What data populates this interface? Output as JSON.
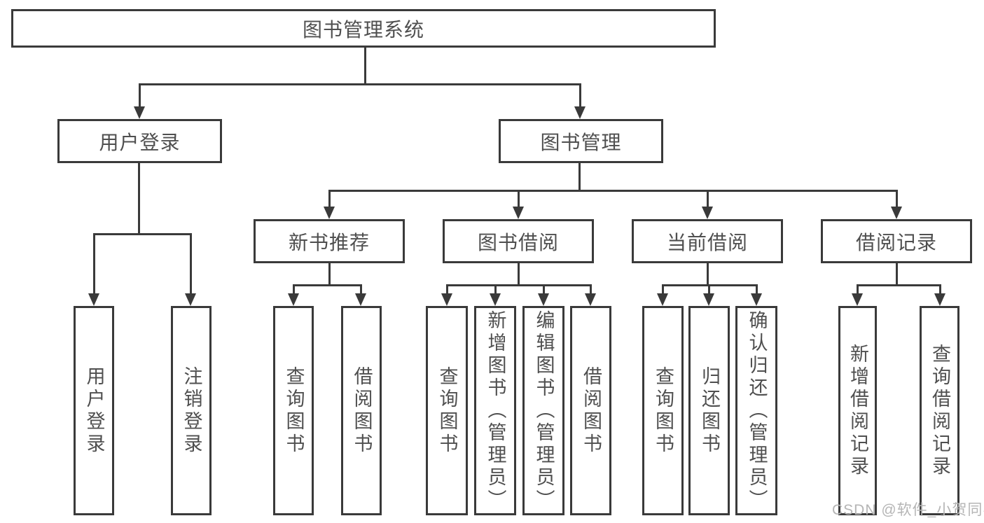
{
  "tree": {
    "label": "图书管理系统",
    "children": [
      {
        "label": "用户登录",
        "children": [
          {
            "label": "用户登录"
          },
          {
            "label": "注销登录"
          }
        ]
      },
      {
        "label": "图书管理",
        "children": [
          {
            "label": "新书推荐",
            "children": [
              {
                "label": "查询图书"
              },
              {
                "label": "借阅图书"
              }
            ]
          },
          {
            "label": "图书借阅",
            "children": [
              {
                "label": "查询图书"
              },
              {
                "label": "新增图书（管理员）"
              },
              {
                "label": "编辑图书（管理员）"
              },
              {
                "label": "借阅图书"
              }
            ]
          },
          {
            "label": "当前借阅",
            "children": [
              {
                "label": "查询图书"
              },
              {
                "label": "归还图书"
              },
              {
                "label": "确认归还（管理员）"
              }
            ]
          },
          {
            "label": "借阅记录",
            "children": [
              {
                "label": "新增借阅记录"
              },
              {
                "label": "查询借阅记录"
              }
            ]
          }
        ]
      }
    ]
  },
  "watermark": {
    "text": "CSDN @软件_小贺同学"
  },
  "colors": {
    "line": "#3a3a3a",
    "text": "#4f4f4f",
    "watermark": "#b5b5b5",
    "background": "#ffffff"
  }
}
